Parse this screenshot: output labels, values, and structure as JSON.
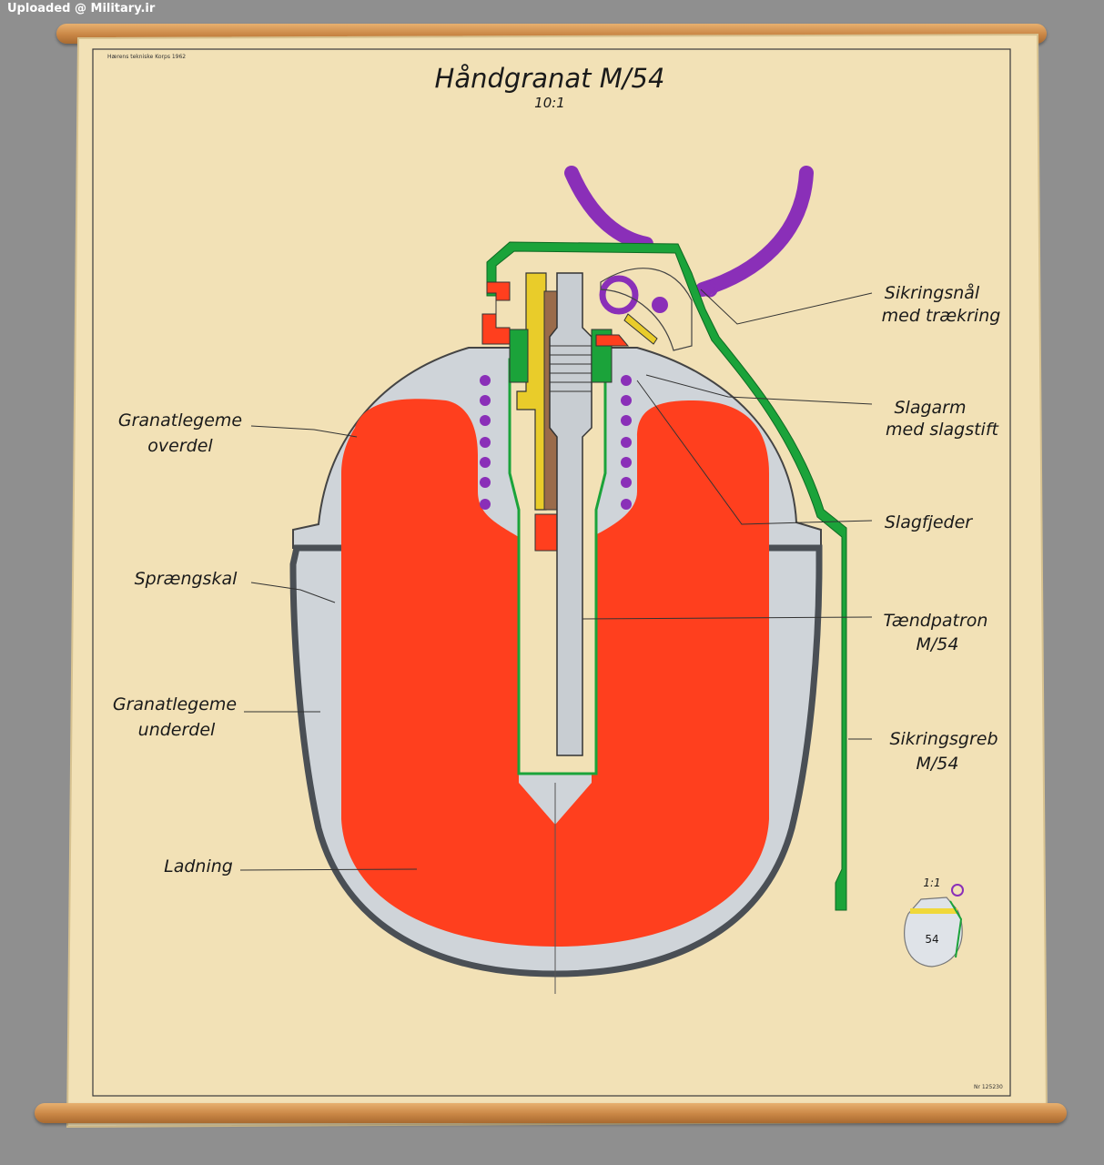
{
  "watermark": "Uploaded @ Military.ir",
  "poster": {
    "publisher": "Hærens tekniske Korps 1962",
    "title": "Håndgranat M/54",
    "scale": "10:1",
    "catalog_number": "Nr 125230"
  },
  "labels": {
    "left": [
      {
        "line1": "Granatlegeme",
        "line2": "overdel"
      },
      {
        "line1": "Sprængskal",
        "line2": ""
      },
      {
        "line1": "Granatlegeme",
        "line2": "underdel"
      },
      {
        "line1": "Ladning",
        "line2": ""
      }
    ],
    "right": [
      {
        "line1": "Sikringsnål",
        "line2": "med trækring"
      },
      {
        "line1": "Slagarm",
        "line2": "med slagstift"
      },
      {
        "line1": "Slagfjeder",
        "line2": ""
      },
      {
        "line1": "Tændpatron",
        "line2": "M/54"
      },
      {
        "line1": "Sikringsgreb",
        "line2": "M/54"
      }
    ]
  },
  "inset": {
    "scale": "1:1",
    "marking": "54"
  },
  "colors": {
    "paper": "#f4e3b8",
    "charge": "#ff3f1e",
    "shell": "#cfd4d9",
    "lever": "#1ba33a",
    "ring": "#8a2fb8",
    "fuze": "#e9cc2a"
  }
}
